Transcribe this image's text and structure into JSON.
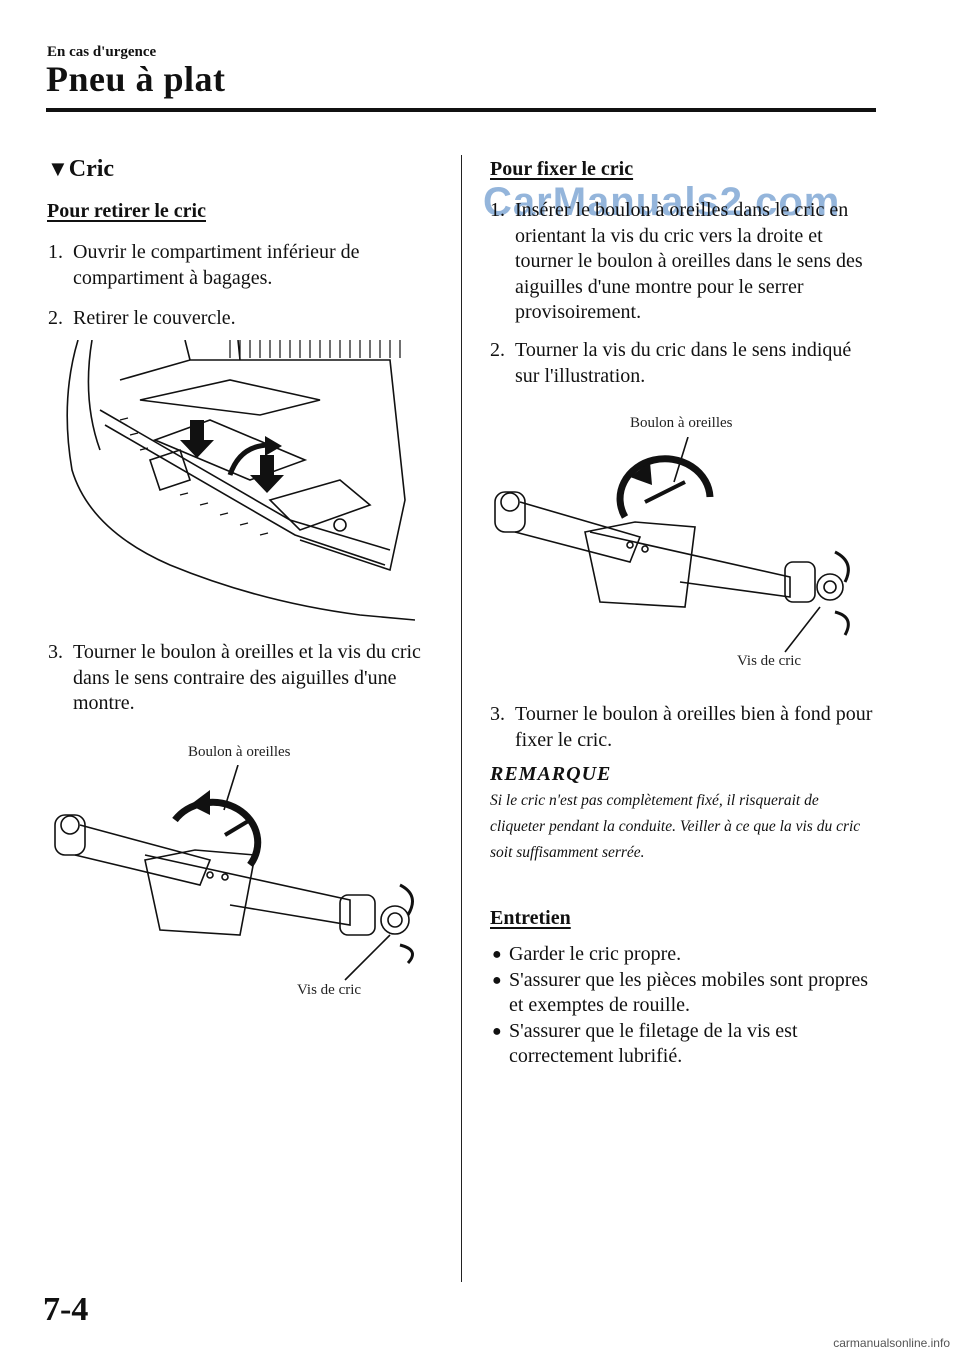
{
  "header": {
    "breadcrumb": "En cas d'urgence",
    "title": "Pneu à plat"
  },
  "left": {
    "section_title": "Cric",
    "section_marker": "▼",
    "remove_heading": "Pour retirer le cric",
    "steps": [
      {
        "num": "1.",
        "text": "Ouvrir le compartiment inférieur de compartiment à bagages."
      },
      {
        "num": "2.",
        "text": "Retirer le couvercle."
      },
      {
        "num": "3.",
        "text": "Tourner le boulon à oreilles et la vis du cric dans le sens contraire des aiguilles d'une montre."
      }
    ],
    "fig2_label_top": "Boulon à oreilles",
    "fig2_label_bottom": "Vis de cric"
  },
  "right": {
    "fix_heading": "Pour fixer le cric",
    "steps": [
      {
        "num": "1.",
        "text": "Insérer le boulon à oreilles dans le cric en orientant la vis du cric vers la droite et tourner le boulon à oreilles dans le sens des aiguilles d'une montre pour le serrer provisoirement."
      },
      {
        "num": "2.",
        "text": "Tourner la vis du cric dans le sens indiqué sur l'illustration."
      },
      {
        "num": "3.",
        "text": "Tourner le boulon à oreilles bien à fond pour fixer le cric."
      }
    ],
    "fig_label_top": "Boulon à oreilles",
    "fig_label_bottom": "Vis de cric",
    "note_heading": "REMARQUE",
    "note_text": "Si le cric n'est pas complètement fixé, il risquerait de cliqueter pendant la conduite. Veiller à ce que la vis du cric soit suffisamment serrée.",
    "maint_heading": "Entretien",
    "bullets": [
      "Garder le cric propre.",
      "S'assurer que les pièces mobiles sont propres et exemptes de rouille.",
      "S'assurer que le filetage de la vis est correctement lubrifié."
    ],
    "bullet_glyph": "●"
  },
  "watermark": "CarManuals2.com",
  "page_number": "7-4",
  "footer": "carmanualsonline.info"
}
